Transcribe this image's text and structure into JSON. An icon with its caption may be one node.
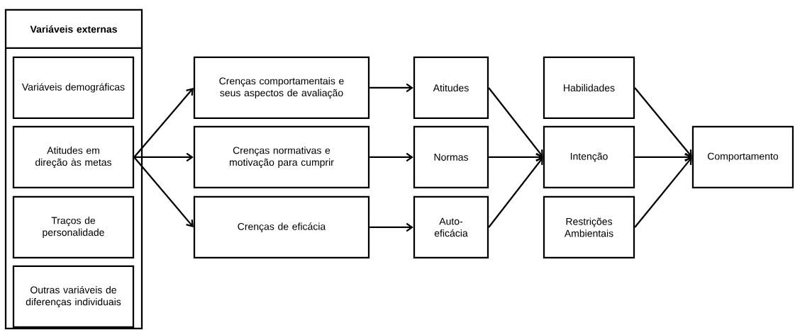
{
  "diagram": {
    "nodes": [
      {
        "text": [
          "Variáveis externas"
        ]
      },
      {
        "text": [
          "Variáveis demográficas"
        ],
        "in": 0
      },
      {
        "text": [
          "Atitudes em direção às metas"
        ],
        "in": 0
      },
      {
        "text": [
          "Traços de personalidade"
        ],
        "in": 0
      },
      {
        "text": [
          "Outras variáveis de diferenças individuais"
        ],
        "in": 0
      },
      {
        "text": [
          "Crenças comportamentais e seus aspectos de avaliação"
        ]
      },
      {
        "text": [
          "Crenças normativas e motivação para cumprir"
        ]
      },
      {
        "text": [
          "Crenças de eficácia"
        ]
      },
      {
        "text": [
          "Atitudes"
        ]
      },
      {
        "text": [
          "Normas"
        ]
      },
      {
        "text": [
          "Auto-eficácia"
        ]
      },
      {
        "text": [
          "Habilidades"
        ]
      },
      {
        "text": [
          "Intenção"
        ]
      },
      {
        "text": [
          "Restrições Ambientais"
        ]
      },
      {
        "text": [
          "Comportamento"
        ]
      }
    ],
    "edges": [
      {
        "from": 2,
        "to": 5,
        "arrow": "to"
      },
      {
        "from": 2,
        "to": 6,
        "arrow": "to"
      },
      {
        "from": 2,
        "to": 7,
        "arrow": "to"
      },
      {
        "from": 5,
        "to": 8,
        "arrow": "to"
      },
      {
        "from": 6,
        "to": 9,
        "arrow": "to"
      },
      {
        "from": 7,
        "to": 10,
        "arrow": "to"
      },
      {
        "from": 8,
        "to": 12,
        "arrow": "to"
      },
      {
        "from": 9,
        "to": 12,
        "arrow": "to"
      },
      {
        "from": 10,
        "to": 12,
        "arrow": "to"
      },
      {
        "from": 11,
        "to": 14,
        "arrow": "to"
      },
      {
        "from": 12,
        "to": 14,
        "arrow": "to"
      },
      {
        "from": 13,
        "to": 14,
        "arrow": "to"
      }
    ]
  }
}
